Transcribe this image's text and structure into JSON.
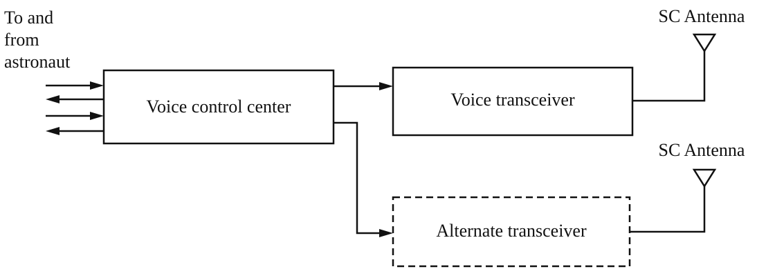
{
  "astronaut_label": [
    "To and",
    "from",
    "astronaut"
  ],
  "blocks": {
    "voice_control_center": "Voice control center",
    "voice_transceiver": "Voice transceiver",
    "alternate_transceiver": "Alternate transceiver"
  },
  "antennas": {
    "primary": "SC Antenna",
    "alternate": "SC Antenna"
  }
}
